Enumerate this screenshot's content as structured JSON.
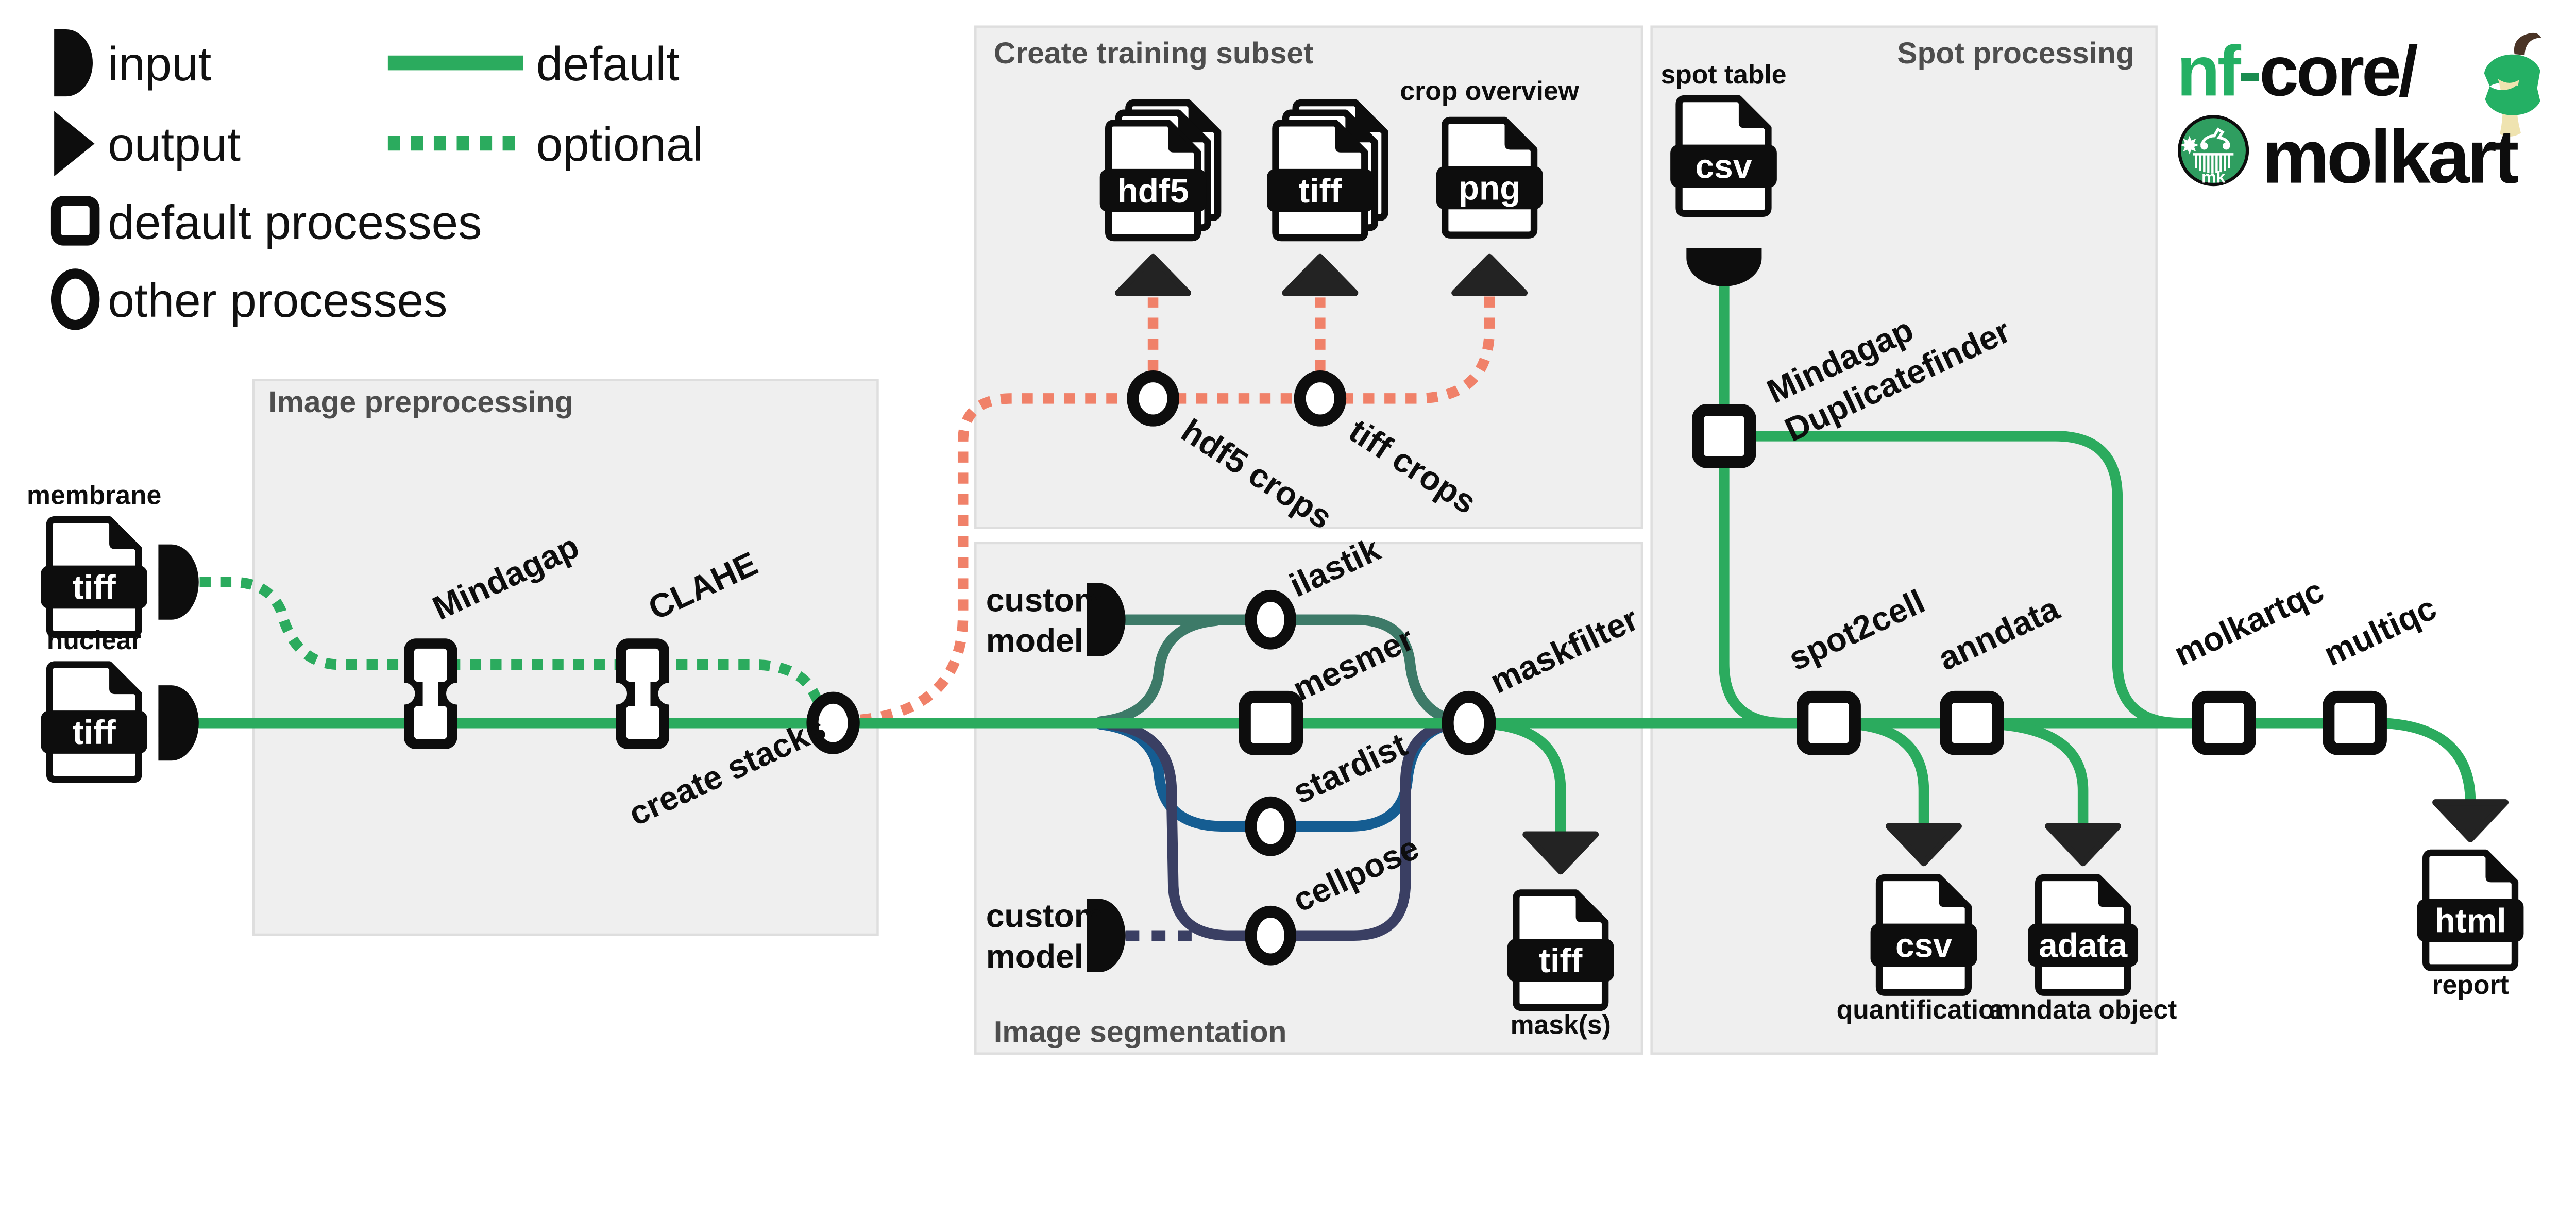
{
  "legend": {
    "input": "input",
    "output": "output",
    "line_default": "default",
    "line_optional": "optional",
    "default_processes": "default processes",
    "other_processes": "other processes"
  },
  "boxes": {
    "preprocessing": "Image preprocessing",
    "training": "Create training subset",
    "segmentation": "Image segmentation",
    "spot": "Spot processing"
  },
  "logo": {
    "nf": "nf",
    "dash": "-",
    "core": "core/",
    "name": "molkart",
    "badge": "mk"
  },
  "inputs": {
    "membrane": {
      "label": "membrane",
      "format": "tiff"
    },
    "nuclear": {
      "label": "nuclear",
      "format": "tiff"
    },
    "spot_table": {
      "label": "spot table",
      "format": "csv"
    },
    "custom_model": {
      "line1": "custom",
      "line2": "model"
    }
  },
  "processes": {
    "mindagap": "Mindagap",
    "clahe": "CLAHE",
    "create_stacks": "create stacks",
    "hdf5_crops": "hdf5 crops",
    "tiff_crops": "tiff crops",
    "ilastik": "ilastik",
    "mesmer": "mesmer",
    "stardist": "stardist",
    "cellpose": "cellpose",
    "maskfilter": "maskfilter",
    "mindagap_duplicatefinder": {
      "line1": "Mindagap",
      "line2": "Duplicatefinder"
    },
    "spot2cell": "spot2cell",
    "anndata": "anndata",
    "molkartqc": "molkartqc",
    "multiqc": "multiqc"
  },
  "outputs": {
    "hdf5_crops_files": {
      "format": "hdf5"
    },
    "tiff_crops_files": {
      "format": "tiff"
    },
    "crop_overview": {
      "label": "crop overview",
      "format": "png"
    },
    "masks": {
      "label": "mask(s)",
      "format": "tiff"
    },
    "quantification": {
      "label": "quantification",
      "format": "csv"
    },
    "anndata_object": {
      "label": "anndata object",
      "format": "adata"
    },
    "report": {
      "label": "report",
      "format": "html"
    }
  },
  "colors": {
    "default_flow": "#2bab5e",
    "optional_training": "#f08169",
    "ilastik_path": "#3d7a68",
    "stardist_path": "#155d92",
    "cellpose_path": "#3a3f63",
    "nf_core_green": "#24b064",
    "box_fill": "#efefef",
    "box_title": "#4d4d4d",
    "ink": "#0d0d0d"
  }
}
